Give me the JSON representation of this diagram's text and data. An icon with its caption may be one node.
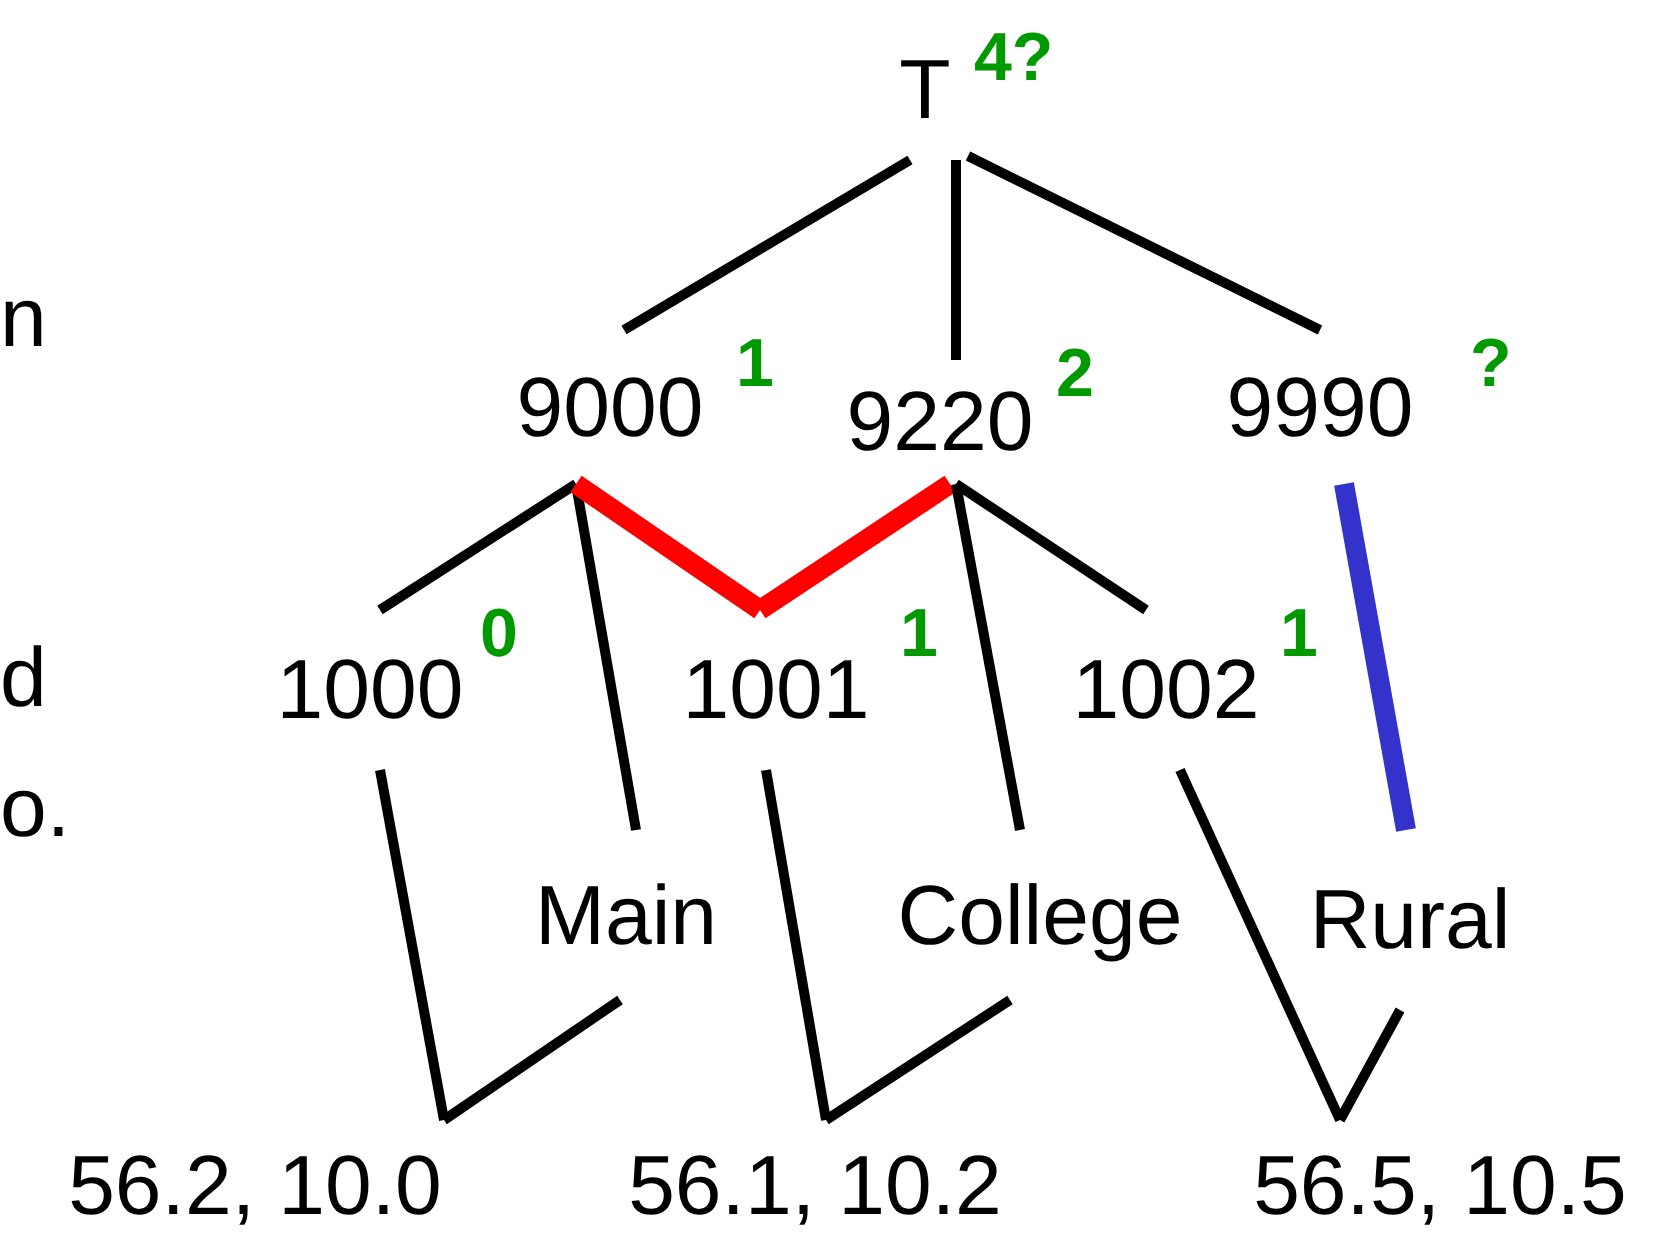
{
  "diagram": {
    "nodes": [
      {
        "text": [
          "T"
        ],
        "beside": [
          "4?"
        ]
      },
      {
        "text": [
          "9000"
        ],
        "beside": [
          "1"
        ]
      },
      {
        "text": [
          "9220"
        ],
        "beside": [
          "2"
        ]
      },
      {
        "text": [
          "9990"
        ],
        "beside": [
          "?"
        ]
      },
      {
        "text": [
          "1000"
        ],
        "beside": [
          "0"
        ]
      },
      {
        "text": [
          "1001"
        ],
        "beside": [
          "1"
        ]
      },
      {
        "text": [
          "1002"
        ],
        "beside": [
          "1"
        ]
      },
      {
        "text": [
          "Main"
        ]
      },
      {
        "text": [
          "College"
        ]
      },
      {
        "text": [
          "Rural"
        ]
      },
      {
        "text": [
          "56.2, 10.0"
        ]
      },
      {
        "text": [
          "56.1, 10.2"
        ]
      },
      {
        "text": [
          "56.5, 10.5"
        ]
      }
    ],
    "edges": [
      {
        "from": 0,
        "to": 1,
        "arrow": "none"
      },
      {
        "from": 0,
        "to": 2,
        "arrow": "none"
      },
      {
        "from": 0,
        "to": 3,
        "arrow": "none"
      },
      {
        "from": 1,
        "to": 4,
        "arrow": "none"
      },
      {
        "from": 1,
        "to": 7,
        "arrow": "none"
      },
      {
        "from": 1,
        "to": 5,
        "arrow": "none",
        "style": "thick",
        "color": "#ff0000"
      },
      {
        "from": 2,
        "to": 5,
        "arrow": "none",
        "style": "thick",
        "color": "#ff0000"
      },
      {
        "from": 2,
        "to": 8,
        "arrow": "none"
      },
      {
        "from": 2,
        "to": 6,
        "arrow": "none"
      },
      {
        "from": 3,
        "to": 9,
        "arrow": "none",
        "style": "thick",
        "color": "#3333cc"
      },
      {
        "from": 4,
        "to": 10,
        "arrow": "none"
      },
      {
        "from": 7,
        "to": 10,
        "arrow": "none"
      },
      {
        "from": 5,
        "to": 11,
        "arrow": "none"
      },
      {
        "from": 8,
        "to": 11,
        "arrow": "none"
      },
      {
        "from": 6,
        "to": 12,
        "arrow": "none"
      },
      {
        "from": 9,
        "to": 12,
        "arrow": "none"
      }
    ],
    "labels": [
      "n",
      "d",
      "o."
    ]
  }
}
